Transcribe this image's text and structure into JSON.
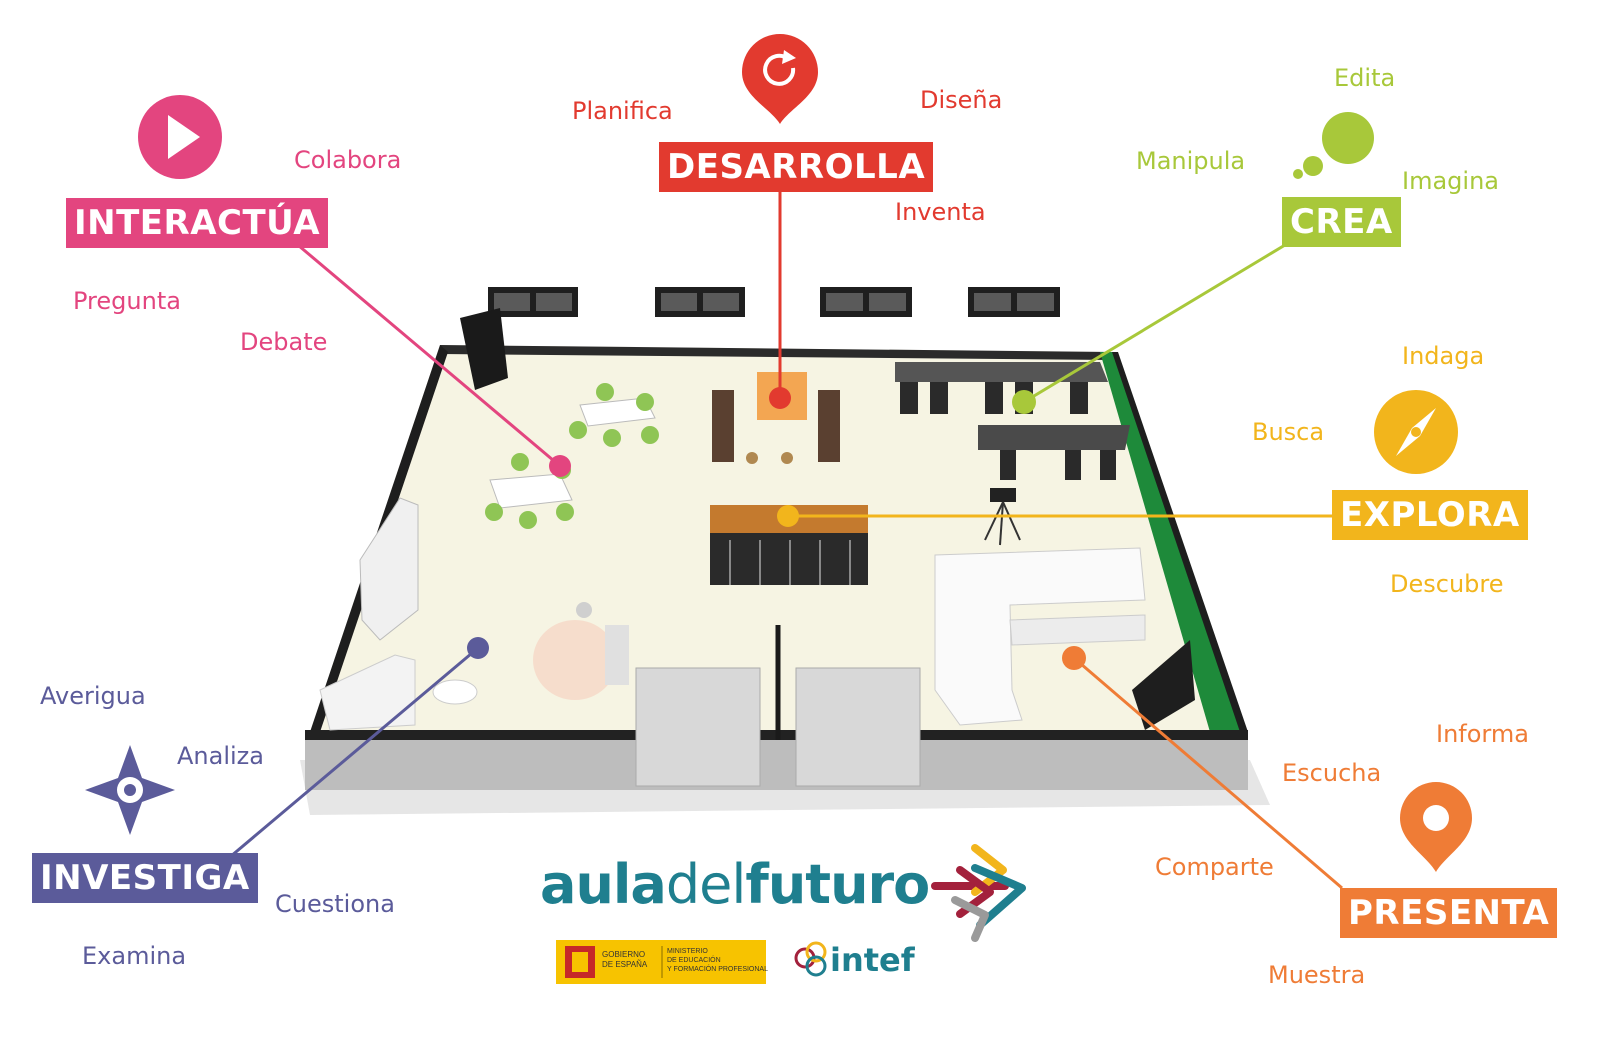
{
  "colors": {
    "interactua": "#e3457f",
    "desarrolla": "#e23a2f",
    "crea": "#a8c83a",
    "explora": "#f2b51c",
    "investiga": "#5b5b9a",
    "presenta": "#ef7c36",
    "logo_teal": "#1f7f8f",
    "gov_yellow": "#f7c300"
  },
  "zones": {
    "interactua": {
      "label": "INTERACTÚA",
      "icon": "play-icon",
      "verbs": [
        "Colabora",
        "Pregunta",
        "Debate"
      ]
    },
    "desarrolla": {
      "label": "DESARROLLA",
      "icon": "refresh-pin-icon",
      "verbs": [
        "Planifica",
        "Diseña",
        "Inventa"
      ]
    },
    "crea": {
      "label": "CREA",
      "icon": "thought-bubble-icon",
      "verbs": [
        "Edita",
        "Manipula",
        "Imagina"
      ]
    },
    "explora": {
      "label": "EXPLORA",
      "icon": "compass-icon",
      "verbs": [
        "Indaga",
        "Busca",
        "Descubre"
      ]
    },
    "investiga": {
      "label": "INVESTIGA",
      "icon": "star-compass-icon",
      "verbs": [
        "Averigua",
        "Analiza",
        "Cuestiona",
        "Examina"
      ]
    },
    "presenta": {
      "label": "PRESENTA",
      "icon": "location-pin-icon",
      "verbs": [
        "Informa",
        "Escucha",
        "Comparte",
        "Muestra"
      ]
    }
  },
  "logo": {
    "part1": "aula",
    "part2": "del",
    "part3": "futuro",
    "partner": "intef",
    "gov_line1": "GOBIERNO",
    "gov_line2": "DE ESPAÑA",
    "ministry_line1": "MINISTERIO",
    "ministry_line2": "DE EDUCACIÓN",
    "ministry_line3": "Y FORMACIÓN PROFESIONAL"
  }
}
